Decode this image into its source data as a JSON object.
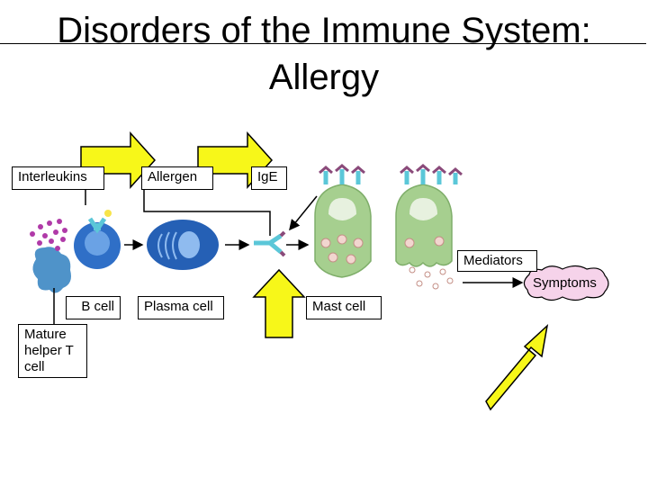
{
  "title": {
    "line1": "Disorders of the Immune System:",
    "line2": "Allergy"
  },
  "labels": {
    "interleukins": "Interleukins",
    "allergen": "Allergen",
    "ige": "IgE",
    "mediators": "Mediators",
    "symptoms": "Symptoms",
    "b_cell": "B cell",
    "plasma_cell": "Plasma cell",
    "mast_cell": "Mast cell",
    "helper_t_cell": "Mature helper T cell"
  },
  "colors": {
    "highlight_arrow": "#f7f719",
    "b_cell": "#2f6fc7",
    "plasma_cell": "#2560b5",
    "mast_cell": "#a6cf8f",
    "helper_t_cell": "#4f93c9",
    "receptor": "#5bc7d8",
    "antibody_tip": "#8a4a7a"
  }
}
